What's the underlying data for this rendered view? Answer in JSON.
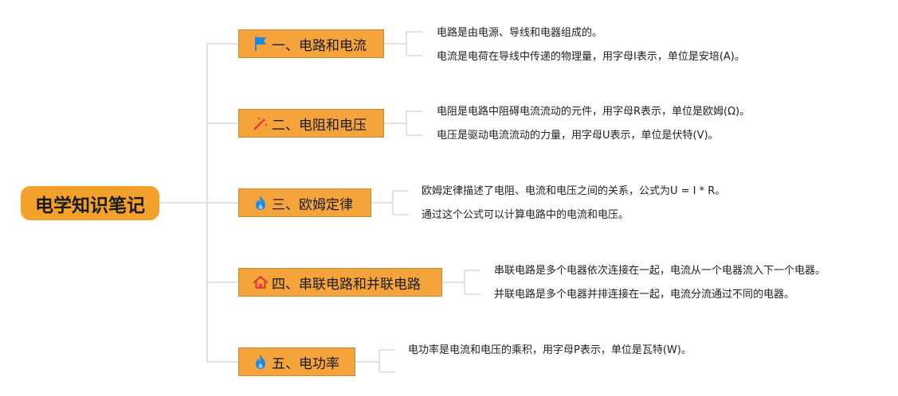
{
  "root": {
    "title": "电学知识笔记"
  },
  "branches": [
    {
      "title": "一、电路和电流",
      "icon": "flag-icon",
      "details": [
        "电路是由电源、导线和电器组成的。",
        "电流是电荷在导线中传递的物理量，用字母I表示，单位是安培(A)。"
      ]
    },
    {
      "title": "二、电阻和电压",
      "icon": "magic-wand-icon",
      "details": [
        "电阻是电路中阻碍电流流动的元件，用字母R表示，单位是欧姆(Ω)。",
        "电压是驱动电流流动的力量，用字母U表示，单位是伏特(V)。"
      ]
    },
    {
      "title": "三、欧姆定律",
      "icon": "fire-icon",
      "details": [
        "欧姆定律描述了电阻、电流和电压之间的关系，公式为U = I * R。",
        "通过这个公式可以计算电路中的电流和电压。"
      ]
    },
    {
      "title": "四、串联电路和并联电路",
      "icon": "house-icon",
      "details": [
        "串联电路是多个电器依次连接在一起，电流从一个电器流入下一个电器。",
        "并联电路是多个电器并排连接在一起，电流分流通过不同的电器。"
      ]
    },
    {
      "title": "五、电功率",
      "icon": "fire-icon",
      "details": [
        "电功率是电流和电压的乘积，用字母P表示，单位是瓦特(W)。"
      ]
    }
  ],
  "colors": {
    "root_fill": "#f4a12c",
    "branch_fill": "#f4a43a",
    "connector": "#d9d9d9",
    "flag_icon": "#1e88e5",
    "fire_icon": "#1e88e5",
    "house_icon": "#e53935",
    "wand_icon": "#e53935"
  }
}
